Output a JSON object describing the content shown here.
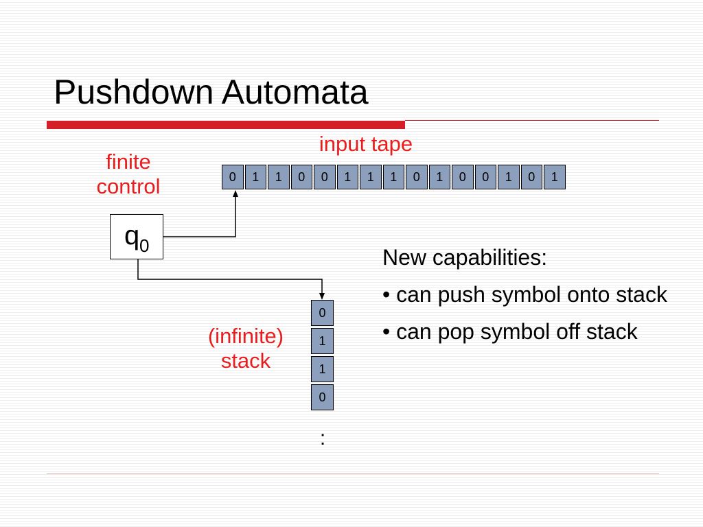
{
  "slide": {
    "title": "Pushdown Automata"
  },
  "diagram": {
    "input_tape_label": "input tape",
    "finite_control_label": [
      "finite",
      "control"
    ],
    "stack_label": [
      "(infinite)",
      "stack"
    ],
    "state": {
      "symbol": "q",
      "subscript": "0"
    },
    "tape_cells": [
      "0",
      "1",
      "1",
      "0",
      "0",
      "1",
      "1",
      "1",
      "0",
      "1",
      "0",
      "0",
      "1",
      "0",
      "1"
    ],
    "stack_cells": [
      "0",
      "1",
      "1",
      "0"
    ],
    "stack_continuation": ":",
    "colors": {
      "label": "#e81e1e",
      "cell_fill": "#8c9fbd",
      "accent_bar": "#d41f26"
    }
  },
  "capabilities": {
    "heading": "New capabilities:",
    "items": [
      "• can push symbol onto stack",
      "• can pop symbol off stack"
    ]
  }
}
